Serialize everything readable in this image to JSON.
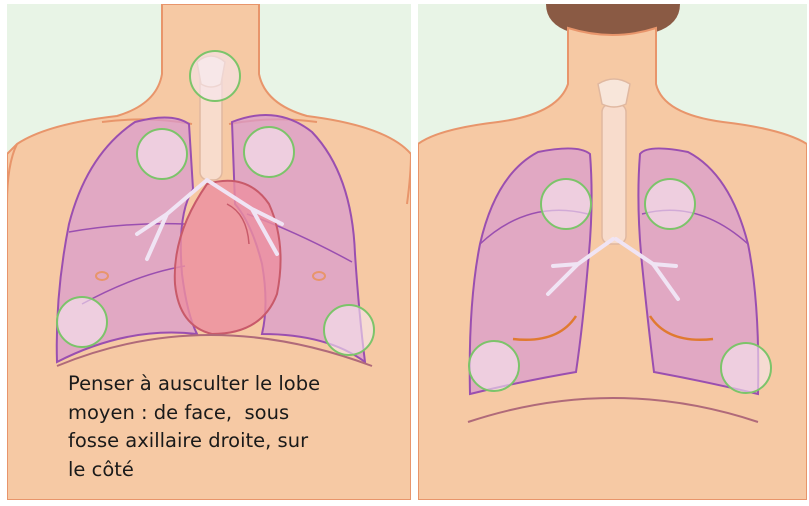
{
  "caption": {
    "lines": [
      "Penser à ausculter le lobe",
      "moyen : de face,  sous",
      "fosse axillaire droite, sur",
      "le côté"
    ]
  },
  "colors": {
    "background": "#e8f4e6",
    "skin": "#f6c9a4",
    "skin_outline": "#e8956b",
    "lung": "#d89ad0",
    "lung_outline": "#9a4fb0",
    "heart": "#ec8fa0",
    "auscultation_ring": "#7cc46a",
    "auscultation_fill": "#f6e8f2",
    "hair": "#8a5a44"
  },
  "icons": {
    "front_view": "chest-front-illustration",
    "back_view": "chest-back-illustration",
    "marker": "auscultation-point-icon"
  }
}
